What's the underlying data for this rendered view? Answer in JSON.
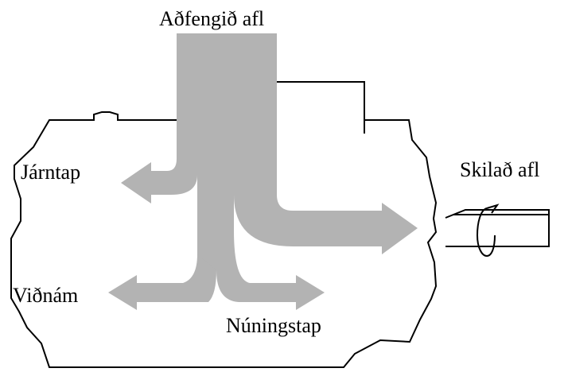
{
  "labels": {
    "input_power": "Aðfengið afl",
    "output_power": "Skilað afl",
    "iron_loss": "Járntap",
    "resistance_loss": "Viðnám",
    "friction_loss": "Núningstap"
  },
  "colors": {
    "flow": "#b3b3b3",
    "outline": "#000000",
    "background": "#ffffff"
  }
}
